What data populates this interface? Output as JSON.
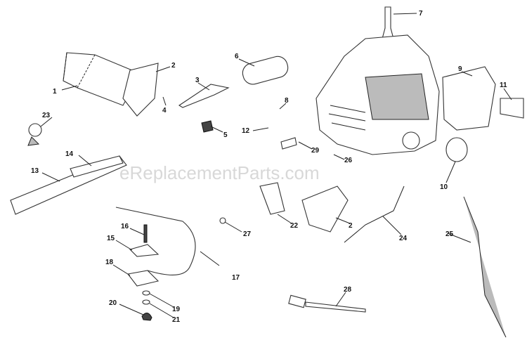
{
  "watermark": "eReplacementParts.com",
  "labels": {
    "p1": "1",
    "p2a": "2",
    "p2b": "2",
    "p3": "3",
    "p4": "4",
    "p5": "5",
    "p6": "6",
    "p7": "7",
    "p8": "8",
    "p9": "9",
    "p10": "10",
    "p11": "11",
    "p12": "12",
    "p13": "13",
    "p14": "14",
    "p15": "15",
    "p16": "16",
    "p17": "17",
    "p18": "18",
    "p19": "19",
    "p20": "20",
    "p21": "21",
    "p22": "22",
    "p23": "23",
    "p24": "24",
    "p25": "25",
    "p26": "26",
    "p27": "27",
    "p28": "28",
    "p29": "29"
  }
}
